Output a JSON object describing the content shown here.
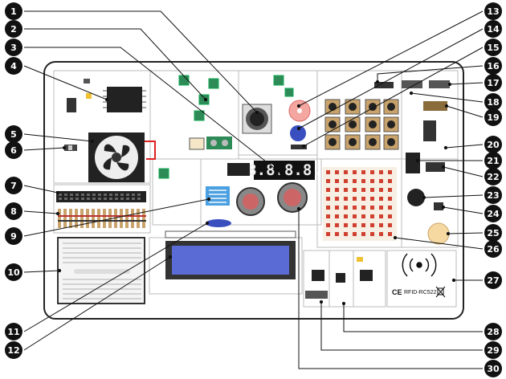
{
  "labels": [
    "1",
    "2",
    "3",
    "4",
    "5",
    "6",
    "7",
    "8",
    "9",
    "10",
    "11",
    "12",
    "13",
    "14",
    "15",
    "16",
    "17",
    "18",
    "19",
    "20",
    "21",
    "22",
    "23",
    "24",
    "25",
    "26",
    "27",
    "28",
    "29",
    "30"
  ],
  "display_text": "8.8.8.8.",
  "rfid_text": "RFID-RC522",
  "ce_mark": "CE",
  "colors": {
    "board": "#ffffff",
    "outline": "#222222",
    "callout": "#111111",
    "pcb_green": "#2e8b57",
    "lcd": "#5b6bd6",
    "led_blue": "#3a4fbf",
    "buzzer_pink": "#f4a7a0",
    "pot_bg": "#f5d9a0"
  }
}
